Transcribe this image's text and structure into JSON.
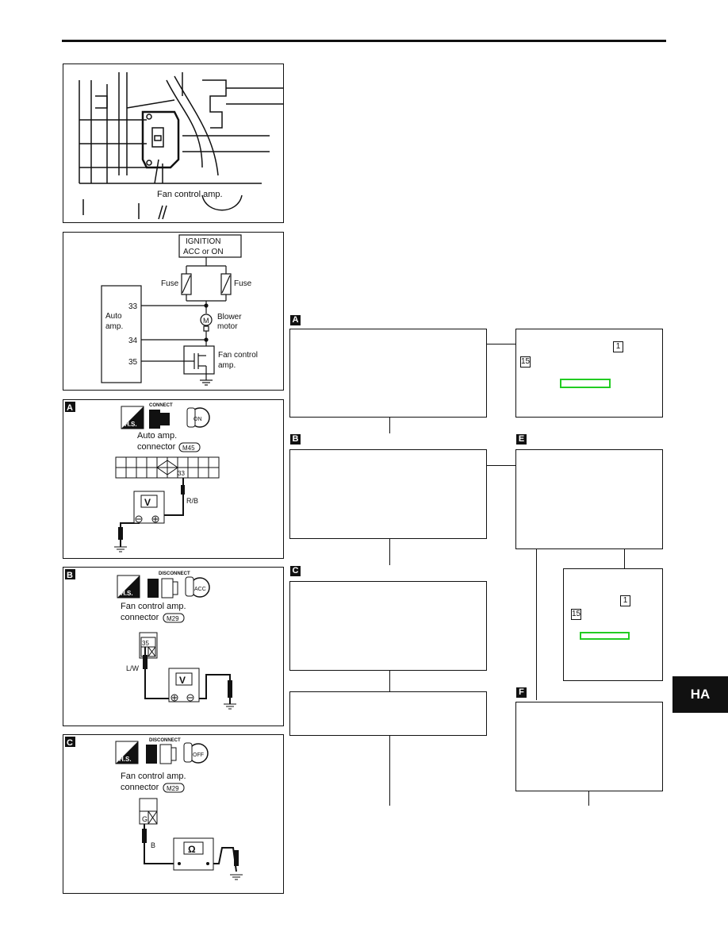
{
  "side_tab": "HA",
  "figure1": {
    "label": "Fan control amp."
  },
  "figure2": {
    "ignition_line1": "IGNITION",
    "ignition_line2": "ACC or ON",
    "fuse_left": "Fuse",
    "fuse_right": "Fuse",
    "auto_amp_line1": "Auto",
    "auto_amp_line2": "amp.",
    "pin_33": "33",
    "pin_34": "34",
    "pin_35": "35",
    "motor_symbol": "M",
    "blower_line1": "Blower",
    "blower_line2": "motor",
    "fan_line1": "Fan control",
    "fan_line2": "amp."
  },
  "figureA": {
    "tag": "A",
    "hs": "H.S.",
    "connect_label": "CONNECT",
    "key_position": "ON",
    "connector_line1": "Auto amp.",
    "connector_line2": "connector",
    "connector_id": "M45",
    "pin": "33",
    "wire": "R/B",
    "meter": "V"
  },
  "figureB": {
    "tag": "B",
    "hs": "H.S.",
    "disconnect_label": "DISCONNECT",
    "key_position": "ACC",
    "connector_line1": "Fan control amp.",
    "connector_line2": "connector",
    "connector_id": "M29",
    "pin": "35",
    "wire": "L/W",
    "meter": "V"
  },
  "figureC": {
    "tag": "C",
    "hs": "H.S.",
    "disconnect_label": "DISCONNECT",
    "key_position": "OFF",
    "connector_line1": "Fan control amp.",
    "connector_line2": "connector",
    "connector_id": "M29",
    "pin": "G",
    "wire": "B",
    "meter": "Ω"
  },
  "flow": {
    "tag_a": "A",
    "tag_b": "B",
    "tag_c": "C",
    "tag_e": "E",
    "tag_f": "F",
    "ref_box1_num1": "1",
    "ref_box1_num2": "15",
    "ref_box2_num1": "1",
    "ref_box2_num2": "15"
  },
  "colors": {
    "highlight": "#22cc22",
    "ink": "#111111"
  }
}
